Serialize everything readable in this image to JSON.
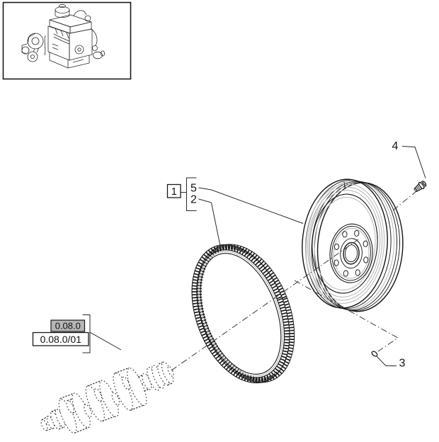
{
  "labels": {
    "group_box": "1",
    "flywheel": "5",
    "ring_gear": "2",
    "pin": "3",
    "bolt": "4"
  },
  "references": {
    "current": "0.08.0",
    "alternate": "0.08.0/01"
  },
  "thumbnail": {
    "icon": "engine-overview-thumbnail"
  },
  "colors": {
    "line": "#1a1a1a",
    "soft_gray": "#bcbcbc",
    "ref_box_fill": "#b5b5b5",
    "background": "#ffffff"
  }
}
